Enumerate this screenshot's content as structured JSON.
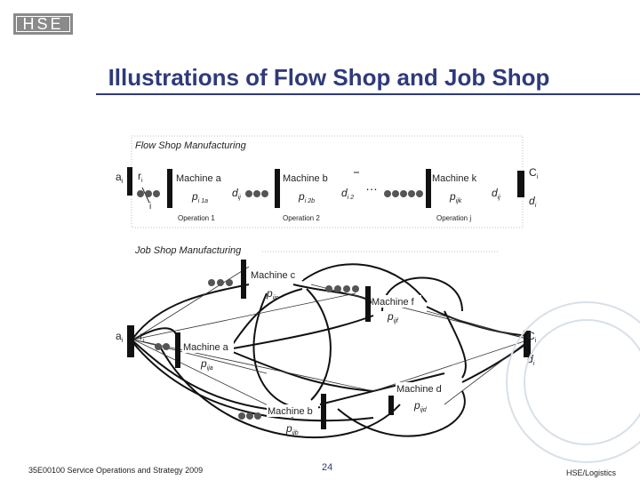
{
  "header": {
    "logo_text": "HSE",
    "title": "Illustrations of Flow Shop and Job Shop"
  },
  "flow_shop": {
    "heading": "Flow Shop Manufacturing",
    "ai": "a",
    "ai_sub": "i",
    "ri": "r",
    "ri_sub": "i",
    "i_label": "i",
    "machines": [
      {
        "name": "Machine a",
        "time": "p",
        "time_sub": "i 1a",
        "due": "d",
        "due_sub": "ij",
        "operation": "Operation 1"
      },
      {
        "name": "Machine b",
        "time": "p",
        "time_sub": "i 2b",
        "due": "d",
        "due_sub": "i 2",
        "operation": "Operation 2"
      },
      {
        "name": "Machine k",
        "time": "p",
        "time_sub": "ijk",
        "due": "d",
        "due_sub": "ij",
        "operation": "Operation j"
      }
    ],
    "ellipsis": "…",
    "ci": "C",
    "ci_sub": "i",
    "di": "d",
    "di_sub": "i"
  },
  "job_shop": {
    "heading": "Job Shop Manufacturing",
    "ai": "a",
    "ai_sub": "i",
    "ri": "r",
    "ri_sub": "i",
    "machines": {
      "a": {
        "name": "Machine a",
        "time": "p",
        "time_sub": "ija"
      },
      "b": {
        "name": "Machine b",
        "time": "p",
        "time_sub": "ijb"
      },
      "c": {
        "name": "Machine c",
        "time": "p",
        "time_sub": "ijc"
      },
      "d": {
        "name": "Machine d",
        "time": "p",
        "time_sub": "ijd"
      },
      "f": {
        "name": "Machine f",
        "time": "p",
        "time_sub": "ijf"
      }
    },
    "ci": "C",
    "ci_sub": "i",
    "di": "d",
    "di_sub": "i"
  },
  "footer": {
    "left": "35E00100 Service Operations and Strategy 2009",
    "page": "24",
    "right": "HSE/Logistics"
  },
  "colors": {
    "title": "#2f3a7a",
    "queue": "#555555",
    "machine_bar": "#111111"
  }
}
